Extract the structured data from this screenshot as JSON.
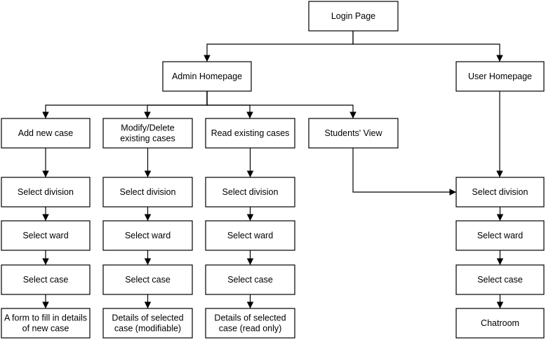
{
  "nodes": {
    "login": {
      "lines": [
        "Login Page"
      ]
    },
    "admin_home": {
      "lines": [
        "Admin Homepage"
      ]
    },
    "user_home": {
      "lines": [
        "User Homepage"
      ]
    },
    "add_new_case": {
      "lines": [
        "Add new case"
      ]
    },
    "modify_delete": {
      "lines": [
        "Modify/Delete",
        "existing cases"
      ]
    },
    "read_existing": {
      "lines": [
        "Read existing cases"
      ]
    },
    "students_view": {
      "lines": [
        "Students' View"
      ]
    },
    "add_division": {
      "lines": [
        "Select division"
      ]
    },
    "add_ward": {
      "lines": [
        "Select ward"
      ]
    },
    "add_case": {
      "lines": [
        "Select case"
      ]
    },
    "add_form": {
      "lines": [
        "A form to fill in details",
        "of new case"
      ]
    },
    "mod_division": {
      "lines": [
        "Select division"
      ]
    },
    "mod_ward": {
      "lines": [
        "Select ward"
      ]
    },
    "mod_case": {
      "lines": [
        "Select case"
      ]
    },
    "mod_details": {
      "lines": [
        "Details of selected",
        "case (modifiable)"
      ]
    },
    "read_division": {
      "lines": [
        "Select division"
      ]
    },
    "read_ward": {
      "lines": [
        "Select ward"
      ]
    },
    "read_case": {
      "lines": [
        "Select case"
      ]
    },
    "read_details": {
      "lines": [
        "Details of selected",
        "case (read only)"
      ]
    },
    "user_division": {
      "lines": [
        "Select division"
      ]
    },
    "user_ward": {
      "lines": [
        "Select ward"
      ]
    },
    "user_case": {
      "lines": [
        "Select case"
      ]
    },
    "chatroom": {
      "lines": [
        "Chatroom"
      ]
    }
  },
  "edges": [
    [
      "login",
      "admin_home"
    ],
    [
      "login",
      "user_home"
    ],
    [
      "admin_home",
      "add_new_case"
    ],
    [
      "admin_home",
      "modify_delete"
    ],
    [
      "admin_home",
      "read_existing"
    ],
    [
      "admin_home",
      "students_view"
    ],
    [
      "add_new_case",
      "add_division"
    ],
    [
      "add_division",
      "add_ward"
    ],
    [
      "add_ward",
      "add_case"
    ],
    [
      "add_case",
      "add_form"
    ],
    [
      "modify_delete",
      "mod_division"
    ],
    [
      "mod_division",
      "mod_ward"
    ],
    [
      "mod_ward",
      "mod_case"
    ],
    [
      "mod_case",
      "mod_details"
    ],
    [
      "read_existing",
      "read_division"
    ],
    [
      "read_division",
      "read_ward"
    ],
    [
      "read_ward",
      "read_case"
    ],
    [
      "read_case",
      "read_details"
    ],
    [
      "students_view",
      "user_division"
    ],
    [
      "user_home",
      "user_division"
    ],
    [
      "user_division",
      "user_ward"
    ],
    [
      "user_ward",
      "user_case"
    ],
    [
      "user_case",
      "chatroom"
    ]
  ]
}
